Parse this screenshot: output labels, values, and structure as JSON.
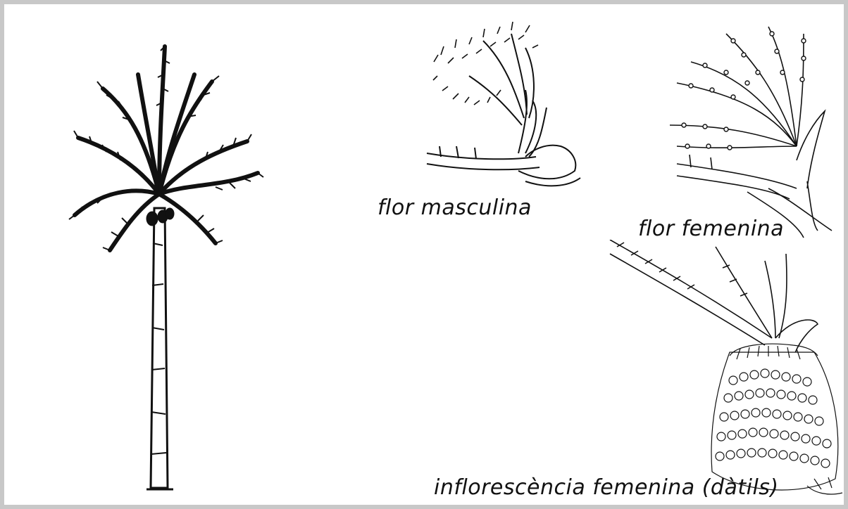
{
  "figure": {
    "captions": {
      "male_flower": "flor masculina",
      "female_flower": "flor femenina",
      "female_inflorescence": "inflorescència femenina (dàtils)"
    },
    "ink_color": "#111111",
    "background_color": "#ffffff",
    "frame_color": "#c8c8c8"
  }
}
